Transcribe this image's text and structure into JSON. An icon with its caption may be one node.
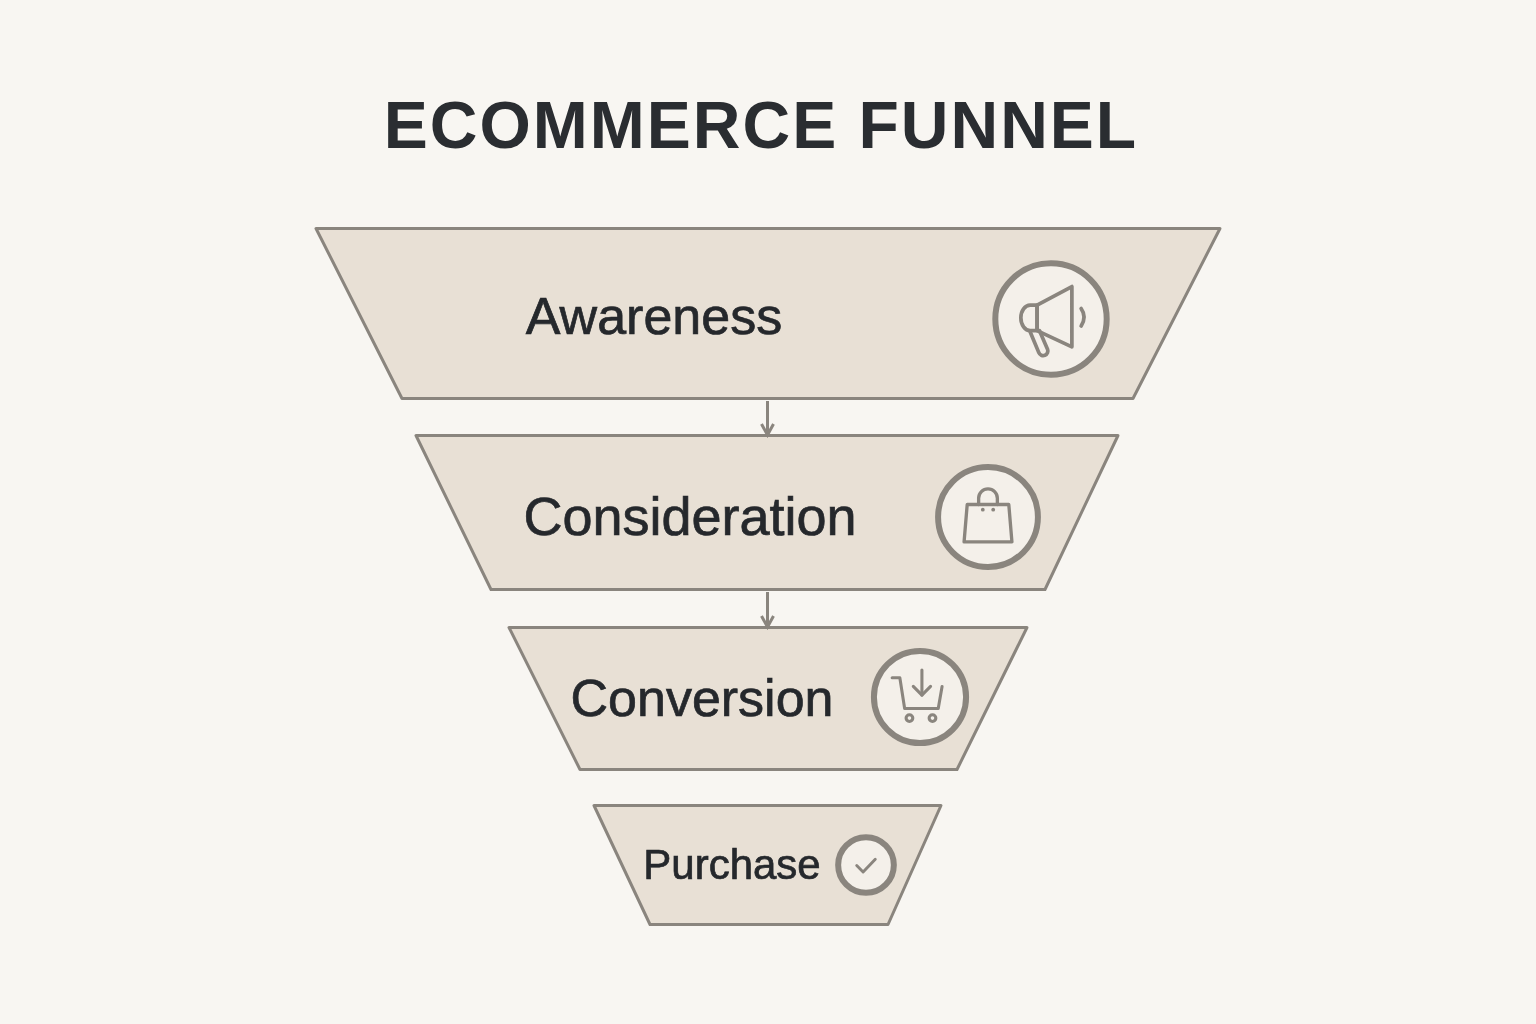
{
  "diagram": {
    "title": "ECOMMERCE FUNNEL",
    "nodes": [
      {
        "text": [
          "Awareness"
        ]
      },
      {
        "text": [
          "Consideration"
        ]
      },
      {
        "text": [
          "Conversion"
        ]
      },
      {
        "text": [
          "Purchase"
        ]
      }
    ],
    "edges": [
      {
        "from": 0,
        "to": 1,
        "arrow": "to"
      },
      {
        "from": 1,
        "to": 2,
        "arrow": "to"
      }
    ]
  }
}
